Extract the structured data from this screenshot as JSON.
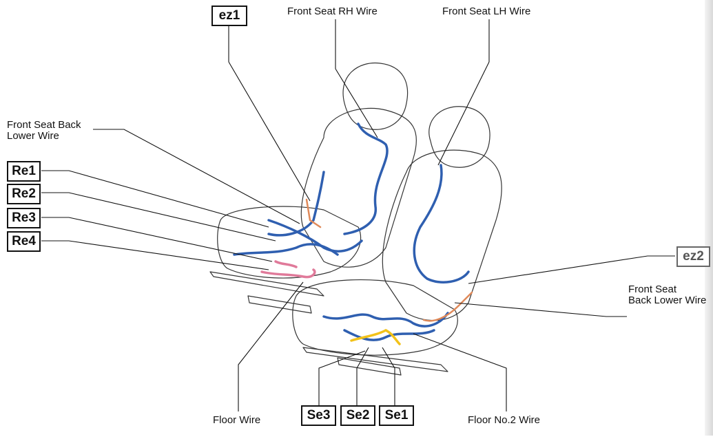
{
  "labels": {
    "front_seat_rh_wire": "Front Seat RH Wire",
    "front_seat_lh_wire": "Front Seat LH Wire",
    "front_seat_back_lower_wire_left_1": "Front Seat Back",
    "front_seat_back_lower_wire_left_2": "Lower Wire",
    "front_seat_back_lower_wire_right_1": "Front Seat",
    "front_seat_back_lower_wire_right_2": "Back Lower Wire",
    "floor_wire": "Floor Wire",
    "floor_no2_wire": "Floor No.2 Wire"
  },
  "connectors": {
    "ez1": "ez1",
    "ez2": "ez2",
    "re1": "Re1",
    "re2": "Re2",
    "re3": "Re3",
    "re4": "Re4",
    "se1": "Se1",
    "se2": "Se2",
    "se3": "Se3"
  },
  "colors": {
    "harness_blue": "#2f5fb0",
    "harness_pink": "#e07a9a",
    "harness_yellow": "#f2c21a",
    "harness_orange": "#e08a5a",
    "outline": "#333333"
  }
}
